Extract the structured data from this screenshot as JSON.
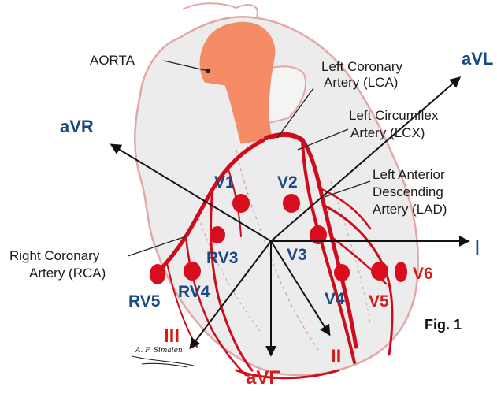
{
  "colors": {
    "heart_fill": "#ececec",
    "heart_outline": "#e3a7a7",
    "aorta": "#f58c66",
    "artery": "#cf0c1c",
    "lead_blue": "#1a4a86",
    "lead_red": "#d51a1a",
    "label_text": "#1b1b1b"
  },
  "structures": {
    "aorta": "AORTA",
    "lca": [
      "Left Coronary",
      "Artery (LCA)"
    ],
    "lcx": [
      "Left Circumflex",
      "Artery (LCX)"
    ],
    "lad": [
      "Left Anterior",
      "Descending",
      "Artery (LAD)"
    ],
    "rca": [
      "Right Coronary",
      "Artery (RCA)"
    ]
  },
  "leads": {
    "v1": "V1",
    "v2": "V2",
    "v3": "V3",
    "v4": "V4",
    "v5": "V5",
    "v6": "V6",
    "rv3": "RV3",
    "rv4": "RV4",
    "rv5": "RV5"
  },
  "axes": {
    "avr": "aVR",
    "avl": "aVL",
    "i": "I",
    "ii": "II",
    "iii": "III",
    "avf": "aVF"
  },
  "figure_label": "Fig. 1",
  "signature": "A. F. Simalen"
}
